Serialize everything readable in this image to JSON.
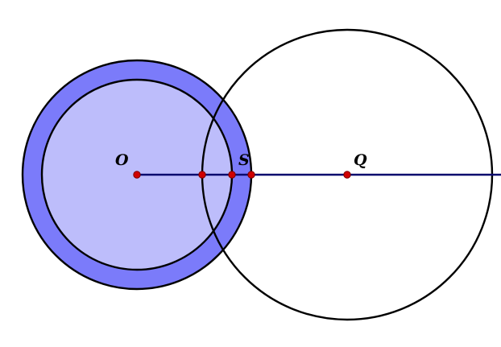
{
  "colors": {
    "outer_ring": "#7B7BFA",
    "inner_disk": "#BDBDFB",
    "circle_stroke": "#000000",
    "ray": "#0A0A6E",
    "point_fill": "#D00000",
    "point_stroke": "#7A0000",
    "background": "#FFFFFF"
  },
  "labels": {
    "o": "O",
    "s": "S",
    "q": "Q"
  }
}
